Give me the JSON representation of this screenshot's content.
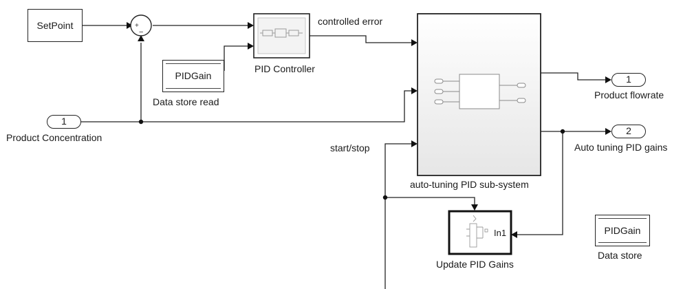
{
  "blocks": {
    "setpoint": "SetPoint",
    "pid_controller": "PID Controller",
    "data_store_read": {
      "value": "PIDGain",
      "caption": "Data store read"
    },
    "product_concentration": {
      "port": "1",
      "caption": "Product Concentration"
    },
    "subsystem": "auto-tuning PID sub-system",
    "product_flowrate": {
      "port": "1",
      "caption": "Product flowrate"
    },
    "auto_tuning_gains": {
      "port": "2",
      "caption": "Auto tuning PID gains"
    },
    "update_pid_gains": {
      "caption": "Update PID Gains",
      "input": "In1"
    },
    "data_store": {
      "value": "PIDGain",
      "caption": "Data store"
    }
  },
  "signals": {
    "controlled_error": "controlled error",
    "start_stop": "start/stop"
  },
  "sum_signs": {
    "top": "+",
    "bottom": "−"
  }
}
